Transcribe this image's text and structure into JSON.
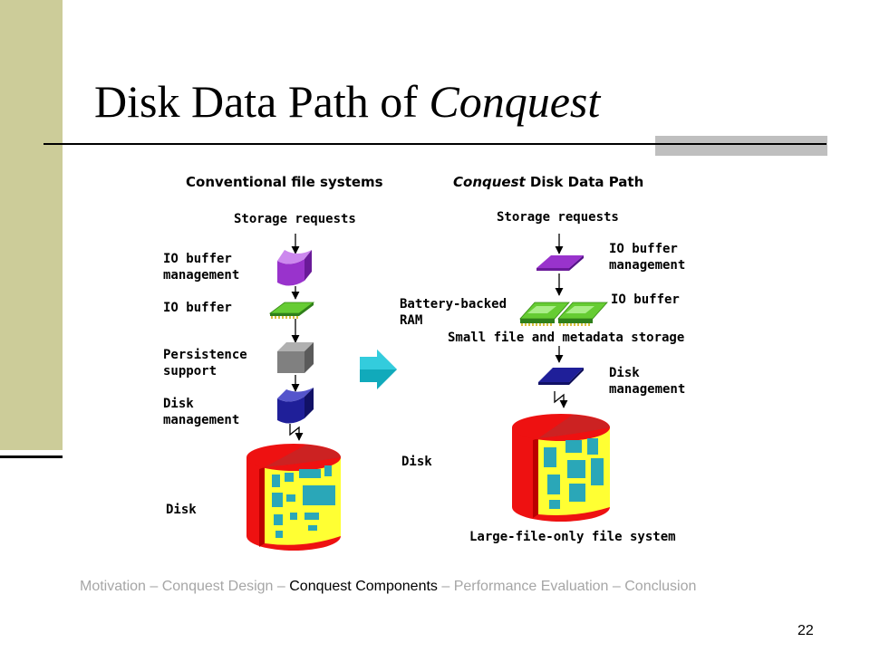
{
  "slide": {
    "title_prefix": "Disk Data Path of ",
    "title_italic": "Conquest",
    "page_number": "22"
  },
  "left": {
    "header": "Conventional file systems",
    "storage_requests": "Storage requests",
    "io_buffer_management": "IO buffer\nmanagement",
    "io_buffer": "IO buffer",
    "persistence_support": "Persistence\nsupport",
    "disk_management": "Disk\nmanagement",
    "disk": "Disk"
  },
  "right": {
    "header_italic": "Conquest",
    "header_rest": " Disk Data Path",
    "storage_requests": "Storage requests",
    "io_buffer_management": "IO buffer\nmanagement",
    "io_buffer": "IO buffer",
    "battery_backed_ram": "Battery-backed\nRAM",
    "small_file_storage": "Small file and metadata storage",
    "disk_management": "Disk\nmanagement",
    "disk": "Disk",
    "large_file_fs": "Large-file-only file system"
  },
  "footer": {
    "part1": "Motivation – Conquest Design – ",
    "current": "Conquest Components",
    "part2": " – Performance Evaluation  – Conclusion"
  },
  "colors": {
    "sidebar": "#cccc99",
    "buffer_mgmt": "#9933cc",
    "io_buffer": "#66cc33",
    "persistence": "#808080",
    "disk_mgmt": "#1f1f99",
    "disk_red": "#ee1111",
    "disk_yellow": "#ffff33",
    "disk_cyan": "#2aa7b8",
    "transition_arrow": "#11aabb"
  }
}
